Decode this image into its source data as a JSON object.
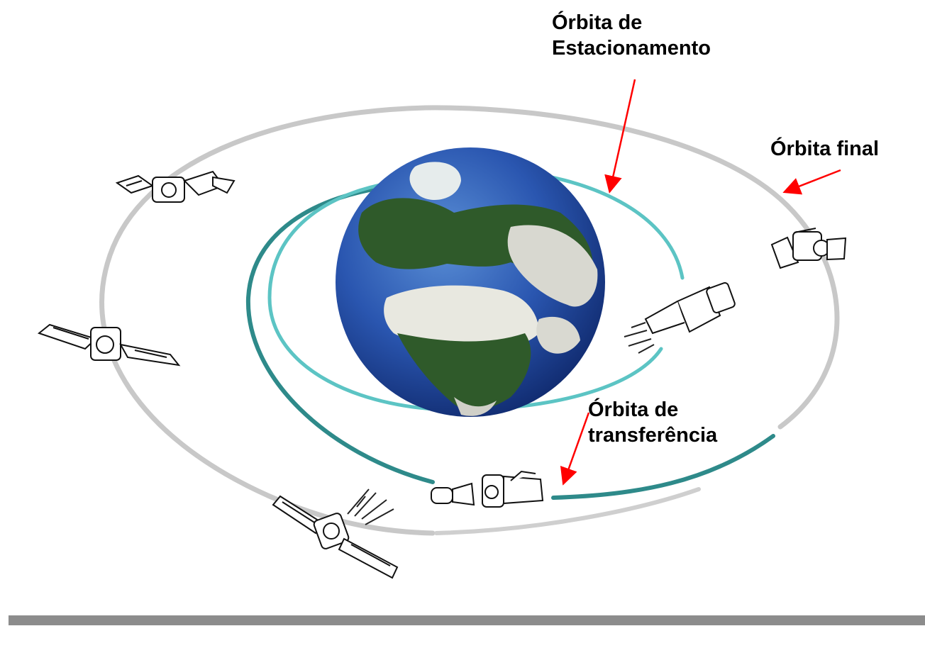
{
  "labels": {
    "parking_orbit": {
      "line1": "Órbita de",
      "line2": "Estacionamento"
    },
    "final_orbit": {
      "line1": "Órbita final"
    },
    "transfer_orbit": {
      "line1": "Órbita de",
      "line2": "transferência"
    }
  },
  "colors": {
    "final_orbit": "#c8c8c8",
    "parking_orbit": "#5cc4c4",
    "transfer_orbit": "#2e8a8a",
    "arrows": "#ff0000",
    "bottom_bar": "#8c8c8c"
  }
}
